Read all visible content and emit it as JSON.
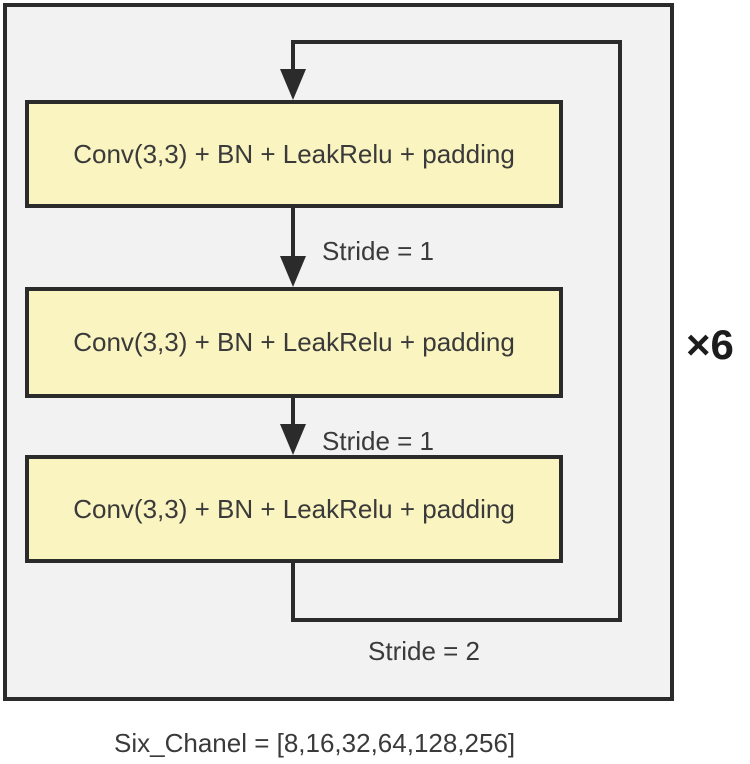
{
  "diagram": {
    "title_caption": "Six_Chanel = [8,16,32,64,128,256]",
    "repeat_label": "×6",
    "blocks": [
      {
        "label": "Conv(3,3) + BN + LeakRelu + padding"
      },
      {
        "label": "Conv(3,3) + BN + LeakRelu + padding"
      },
      {
        "label": "Conv(3,3) + BN + LeakRelu + padding"
      }
    ],
    "edges": [
      {
        "label": "Stride = 1"
      },
      {
        "label": "Stride = 1"
      },
      {
        "label": "Stride = 2"
      }
    ],
    "colors": {
      "outer_fill": "#f2f2f3",
      "line_color": "#2b2b2b",
      "block_fill": "#faf4c0",
      "text_color": "#3a3a3a",
      "page_bg": "#ffffff"
    }
  }
}
